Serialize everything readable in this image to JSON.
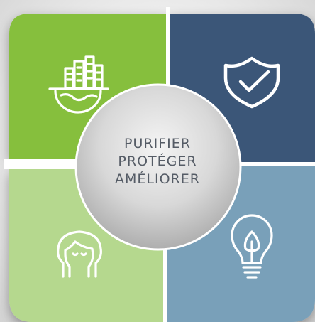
{
  "center_labels": [
    "PURIFIER",
    "PROTÉGER",
    "AMÉLIORER"
  ],
  "segments": [
    {
      "id": "top-left",
      "color": "#86bf3c",
      "icon": "city-globe-icon"
    },
    {
      "id": "top-right",
      "color": "#3a5678",
      "icon": "shield-check-icon"
    },
    {
      "id": "bottom-right",
      "color": "#79a0b9",
      "icon": "lightbulb-leaf-icon"
    },
    {
      "id": "bottom-left",
      "color": "#b5d88e",
      "icon": "human-head-icon"
    }
  ],
  "center_color": "#c9c9c9",
  "icon_color": "#ffffff"
}
